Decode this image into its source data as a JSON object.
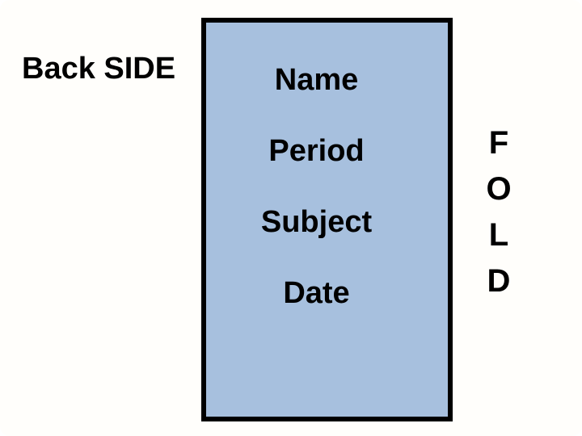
{
  "slide": {
    "back_side_label": "Back SIDE",
    "card": {
      "labels": [
        "Name",
        "Period",
        "Subject",
        "Date"
      ],
      "fill_color": "#a7c0de",
      "border_color": "#000000",
      "text_color": "#000000"
    },
    "fold": {
      "letters": [
        "F",
        "O",
        "L",
        "D"
      ],
      "text_color": "#000000"
    }
  }
}
